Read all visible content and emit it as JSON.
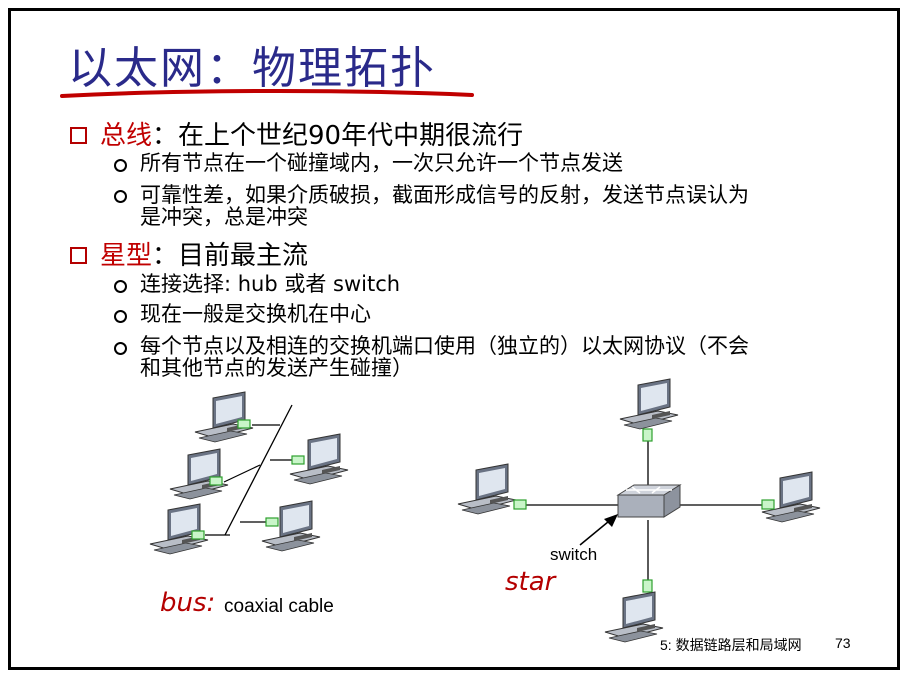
{
  "slide": {
    "title": "以太网：物理拓扑",
    "bullets": [
      {
        "keyword": "总线",
        "text": "：在上个世纪90年代中期很流行",
        "subs": [
          "所有节点在一个碰撞域内，一次只允许一个节点发送",
          "可靠性差，如果介质破损，截面形成信号的反射，发送节点误认为",
          "是冲突，总是冲突"
        ]
      },
      {
        "keyword": "星型",
        "text": "：目前最主流",
        "subs": [
          "连接选择: hub 或者 switch",
          "现在一般是交换机在中心",
          "每个节点以及相连的交换机端口使用（独立的）以太网协议（不会",
          "和其他节点的发送产生碰撞）"
        ]
      }
    ],
    "diagram": {
      "bus_label": "bus:",
      "bus_caption": "coaxial cable",
      "star_label": "star",
      "switch_label": "switch"
    },
    "footer": {
      "chapter": "5: 数据链路层和局域网",
      "page": "73"
    },
    "colors": {
      "title": "#2a2a8a",
      "keyword": "#c00000",
      "underline": "#c00000",
      "connector": "#2ea02e"
    }
  }
}
